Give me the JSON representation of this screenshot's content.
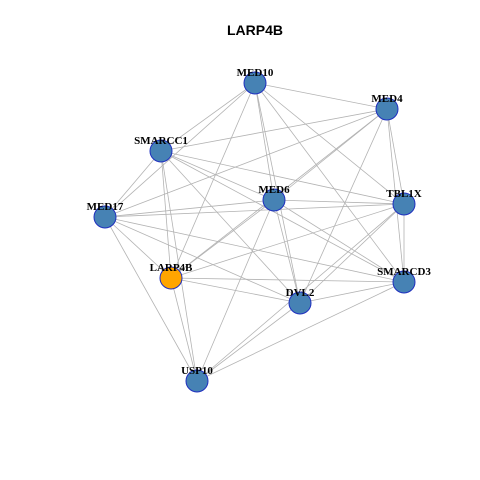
{
  "title": "LARP4B",
  "colors": {
    "default_node": "#4682b4",
    "highlight_node": "#ffa500",
    "node_border": "#1f2fbf",
    "edge": "#b3b3b3"
  },
  "nodes": [
    {
      "id": "MED10",
      "label": "MED10",
      "highlight": false
    },
    {
      "id": "MED4",
      "label": "MED4",
      "highlight": false
    },
    {
      "id": "SMARCC1",
      "label": "SMARCC1",
      "highlight": false
    },
    {
      "id": "MED6",
      "label": "MED6",
      "highlight": false
    },
    {
      "id": "TBL1X",
      "label": "TBL1X",
      "highlight": false
    },
    {
      "id": "MED17",
      "label": "MED17",
      "highlight": false
    },
    {
      "id": "LARP4B",
      "label": "LARP4B",
      "highlight": true
    },
    {
      "id": "SMARCD3",
      "label": "SMARCD3",
      "highlight": false
    },
    {
      "id": "DVL2",
      "label": "DVL2",
      "highlight": false
    },
    {
      "id": "USP10",
      "label": "USP10",
      "highlight": false
    }
  ],
  "edges": [
    [
      "MED10",
      "MED4"
    ],
    [
      "MED10",
      "SMARCC1"
    ],
    [
      "MED10",
      "MED6"
    ],
    [
      "MED10",
      "TBL1X"
    ],
    [
      "MED10",
      "MED17"
    ],
    [
      "MED10",
      "LARP4B"
    ],
    [
      "MED10",
      "DVL2"
    ],
    [
      "MED10",
      "SMARCD3"
    ],
    [
      "MED4",
      "SMARCC1"
    ],
    [
      "MED4",
      "MED6"
    ],
    [
      "MED4",
      "TBL1X"
    ],
    [
      "MED4",
      "MED17"
    ],
    [
      "MED4",
      "LARP4B"
    ],
    [
      "MED4",
      "DVL2"
    ],
    [
      "MED4",
      "SMARCD3"
    ],
    [
      "SMARCC1",
      "MED6"
    ],
    [
      "SMARCC1",
      "TBL1X"
    ],
    [
      "SMARCC1",
      "MED17"
    ],
    [
      "SMARCC1",
      "LARP4B"
    ],
    [
      "SMARCC1",
      "DVL2"
    ],
    [
      "SMARCC1",
      "USP10"
    ],
    [
      "SMARCC1",
      "SMARCD3"
    ],
    [
      "MED6",
      "TBL1X"
    ],
    [
      "MED6",
      "MED17"
    ],
    [
      "MED6",
      "LARP4B"
    ],
    [
      "MED6",
      "DVL2"
    ],
    [
      "MED6",
      "USP10"
    ],
    [
      "MED6",
      "SMARCD3"
    ],
    [
      "TBL1X",
      "MED17"
    ],
    [
      "TBL1X",
      "LARP4B"
    ],
    [
      "TBL1X",
      "DVL2"
    ],
    [
      "TBL1X",
      "SMARCD3"
    ],
    [
      "TBL1X",
      "USP10"
    ],
    [
      "MED17",
      "LARP4B"
    ],
    [
      "MED17",
      "DVL2"
    ],
    [
      "MED17",
      "USP10"
    ],
    [
      "MED17",
      "SMARCD3"
    ],
    [
      "LARP4B",
      "DVL2"
    ],
    [
      "LARP4B",
      "USP10"
    ],
    [
      "LARP4B",
      "SMARCD3"
    ],
    [
      "SMARCD3",
      "DVL2"
    ],
    [
      "SMARCD3",
      "USP10"
    ],
    [
      "DVL2",
      "USP10"
    ]
  ]
}
